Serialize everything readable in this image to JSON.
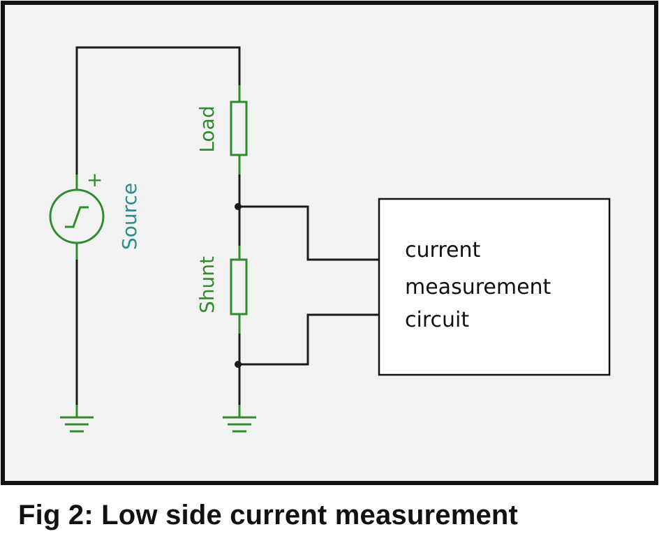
{
  "diagram": {
    "components": {
      "load": "Load",
      "shunt": "Shunt",
      "source": "Source",
      "source_polarity": "+"
    },
    "box_lines": [
      "current",
      "measurement",
      "circuit"
    ],
    "colors": {
      "wire": "#1a1a1a",
      "component": "#2e8b2e",
      "source_label": "#2e8b8b",
      "background": "#f2f2f2"
    }
  },
  "caption": "Fig 2: Low side current measurement"
}
